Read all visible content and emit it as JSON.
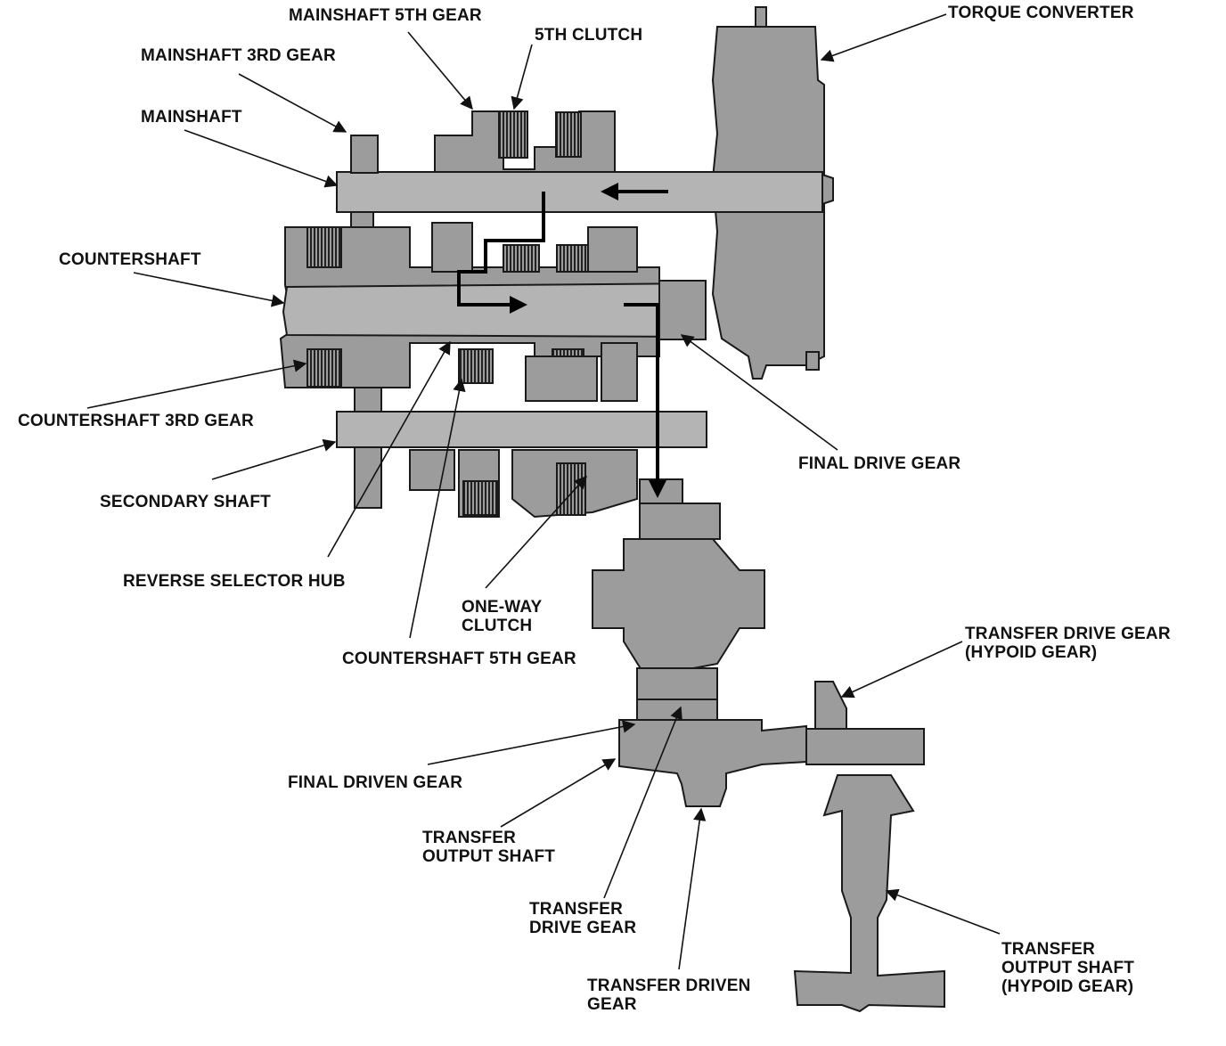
{
  "labels": {
    "mainshaft_5th_gear": "MAINSHAFT 5TH GEAR",
    "fifth_clutch": "5TH CLUTCH",
    "torque_converter": "TORQUE CONVERTER",
    "mainshaft_3rd_gear": "MAINSHAFT 3RD GEAR",
    "mainshaft": "MAINSHAFT",
    "countershaft": "COUNTERSHAFT",
    "countershaft_3rd_gear": "COUNTERSHAFT 3RD GEAR",
    "secondary_shaft": "SECONDARY SHAFT",
    "reverse_selector_hub": "REVERSE SELECTOR HUB",
    "one_way_clutch_1": "ONE-WAY",
    "one_way_clutch_2": "CLUTCH",
    "countershaft_5th_gear": "COUNTERSHAFT 5TH GEAR",
    "final_drive_gear": "FINAL DRIVE GEAR",
    "transfer_drive_gear_hypoid_1": "TRANSFER DRIVE GEAR",
    "transfer_drive_gear_hypoid_2": "(HYPOID GEAR)",
    "final_driven_gear": "FINAL DRIVEN GEAR",
    "transfer_output_shaft_1": "TRANSFER",
    "transfer_output_shaft_2": "OUTPUT SHAFT",
    "transfer_drive_gear_1": "TRANSFER",
    "transfer_drive_gear_2": "DRIVE GEAR",
    "transfer_driven_gear_1": "TRANSFER DRIVEN",
    "transfer_driven_gear_2": "GEAR",
    "transfer_output_shaft_hypoid_1": "TRANSFER",
    "transfer_output_shaft_hypoid_2": "OUTPUT SHAFT",
    "transfer_output_shaft_hypoid_3": "(HYPOID GEAR)"
  },
  "colors": {
    "part_fill": "#9c9c9c",
    "part_stroke": "#1a1a1a",
    "shaft_fill": "#b4b4b4",
    "power_flow": "#000000",
    "leader": "#111111"
  }
}
